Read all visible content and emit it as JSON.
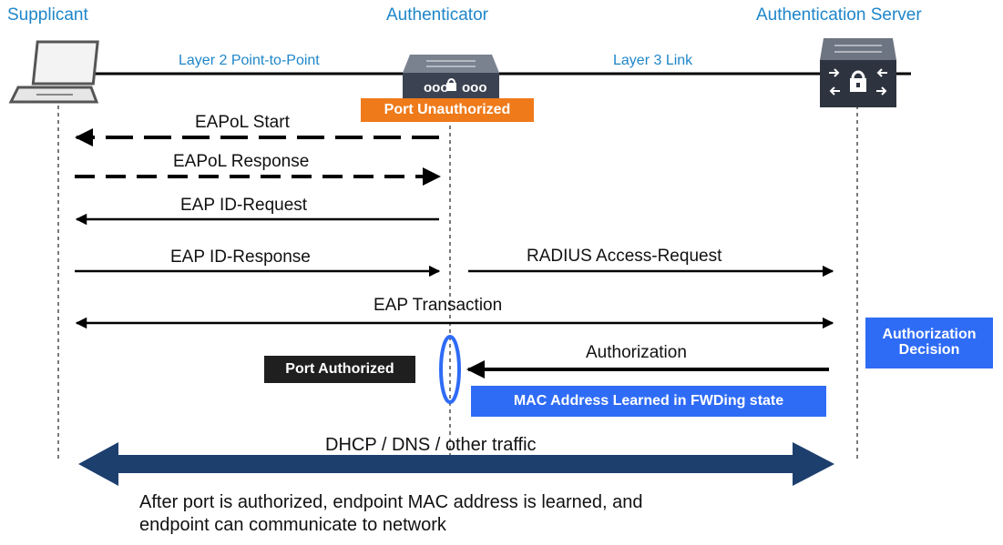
{
  "entities": {
    "supplicant": "Supplicant",
    "authenticator": "Authenticator",
    "server": "Authentication Server"
  },
  "links": {
    "l2": "Layer 2 Point-to-Point",
    "l3": "Layer 3 Link"
  },
  "badges": {
    "port_unauthorized": "Port Unauthorized",
    "port_authorized": "Port Authorized",
    "mac_learned": "MAC Address Learned in FWDing state",
    "authorization_decision": "Authorization Decision"
  },
  "messages": {
    "eapol_start": "EAPoL Start",
    "eapol_response": "EAPoL Response",
    "eap_id_request": "EAP ID-Request",
    "eap_id_response": "EAP ID-Response",
    "radius_access_request": "RADIUS Access-Request",
    "eap_transaction": "EAP Transaction",
    "authorization": "Authorization",
    "dhcp_dns": "DHCP / DNS / other traffic"
  },
  "footer": {
    "line1": "After port is authorized, endpoint MAC address is learned, and",
    "line2": "endpoint can communicate to network"
  },
  "colors": {
    "header_blue": "#1f86c9",
    "badge_orange": "#ef7a1a",
    "badge_blue": "#2f6cf5",
    "badge_dark": "#1f1f1f",
    "traffic_navy": "#1c3f6e"
  }
}
